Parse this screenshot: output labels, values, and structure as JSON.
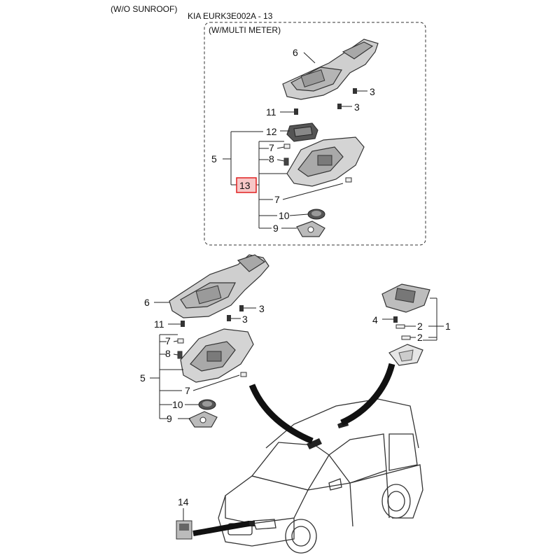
{
  "header": {
    "variant": "(W/O SUNROOF)",
    "catalog_ref": "KIA EURK3E002A - 13",
    "inset_title": "(W/MULTI METER)"
  },
  "inset_callouts": {
    "c6": "6",
    "c3a": "3",
    "c3b": "3",
    "c11": "11",
    "c12": "12",
    "c5": "5",
    "c7a": "7",
    "c8": "8",
    "c13": "13",
    "c7b": "7",
    "c10": "10",
    "c9": "9"
  },
  "main_callouts": {
    "c6": "6",
    "c3a": "3",
    "c3b": "3",
    "c11": "11",
    "c7a": "7",
    "c8": "8",
    "c5": "5",
    "c7b": "7",
    "c10": "10",
    "c9": "9",
    "c4": "4",
    "c2a": "2",
    "c2b": "2",
    "c1": "1",
    "c14": "14"
  },
  "colors": {
    "highlight_border": "#e02020",
    "highlight_fill": "#f7c8c8",
    "part_fill": "#c9c9c9",
    "part_dark": "#7a7a7a",
    "line": "#222222"
  }
}
